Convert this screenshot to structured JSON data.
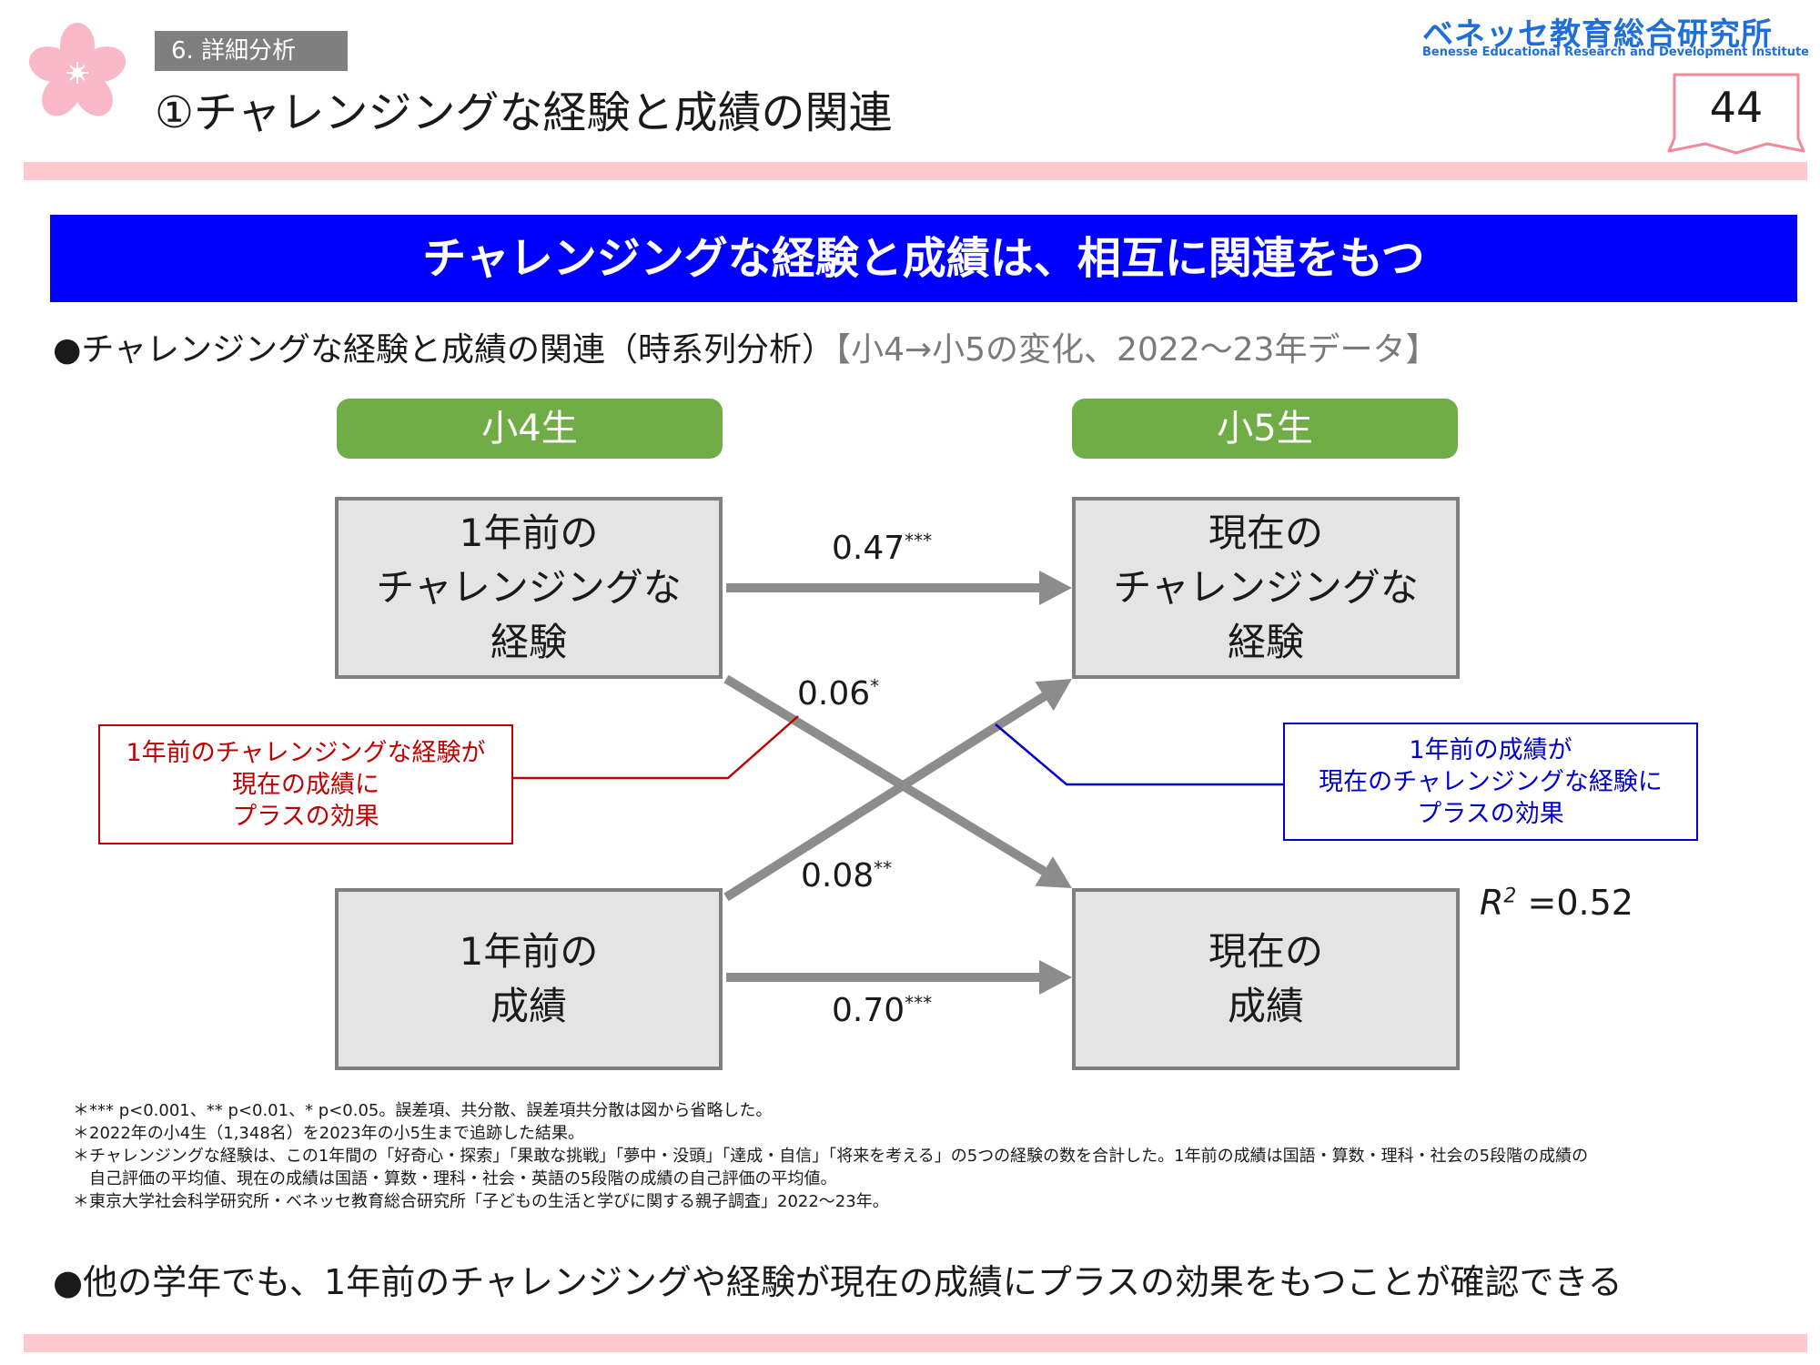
{
  "header": {
    "section_tag": "6. 詳細分析",
    "title": "①チャレンジングな経験と成績の関連",
    "logo_ja": "ベネッセ教育総合研究所",
    "logo_en": "Benesse Educational Research and Development Institute",
    "page_number": "44"
  },
  "banner": {
    "text": "チャレンジングな経験と成績は、相互に関連をもつ"
  },
  "subheading": {
    "main": "●チャレンジングな経験と成績の関連（時系列分析）",
    "note": "【小4→小5の変化、2022～23年データ】"
  },
  "diagram": {
    "grades": {
      "left": "小4生",
      "right": "小5生"
    },
    "nodes": {
      "prev_exp": [
        "1年前の",
        "チャレンジングな",
        "経験"
      ],
      "curr_exp": [
        "現在の",
        "チャレンジングな",
        "経験"
      ],
      "prev_score": [
        "1年前の",
        "成績"
      ],
      "curr_score": [
        "現在の",
        "成績"
      ]
    },
    "paths": {
      "exp_to_exp": {
        "value": "0.47",
        "sig": "***"
      },
      "exp_to_score": {
        "value": "0.06",
        "sig": "*"
      },
      "score_to_exp": {
        "value": "0.08",
        "sig": "**"
      },
      "score_to_score": {
        "value": "0.70",
        "sig": "***"
      }
    },
    "r2": {
      "label": "R",
      "exp": "2",
      "value": "=0.52"
    },
    "callout_left": {
      "lines": [
        "1年前のチャレンジングな経験が",
        "現在の成績に",
        "プラスの効果"
      ],
      "color": "#c00000"
    },
    "callout_right": {
      "lines": [
        "1年前の成績が",
        "現在のチャレンジングな経験に",
        "プラスの効果"
      ],
      "color": "#0000cc"
    },
    "arrow_color": "#8c8c8c"
  },
  "notes": [
    "＊*** p<0.001、** p<0.01、* p<0.05。誤差項、共分散、誤差項共分散は図から省略した。",
    "＊2022年の小4生（1,348名）を2023年の小5生まで追跡した結果。",
    "＊チャレンジングな経験は、この1年間の「好奇心・探索」「果敢な挑戦」「夢中・没頭」「達成・自信」「将来を考える」の5つの経験の数を合計した。1年前の成績は国語・算数・理科・社会の5段階の成績の",
    "　自己評価の平均値、現在の成績は国語・算数・理科・社会・英語の5段階の成績の自己評価の平均値。",
    "＊東京大学社会科学研究所・ベネッセ教育総合研究所「子どもの生活と学びに関する親子調査」2022～23年。"
  ],
  "conclusion": "●他の学年でも、1年前のチャレンジングや経験が現在の成績にプラスの効果をもつことが確認できる",
  "colors": {
    "accent_pink": "#ffc7ce",
    "banner_blue": "#0000ff",
    "grade_green": "#70ad47",
    "logo_blue": "#1e6fd9"
  }
}
